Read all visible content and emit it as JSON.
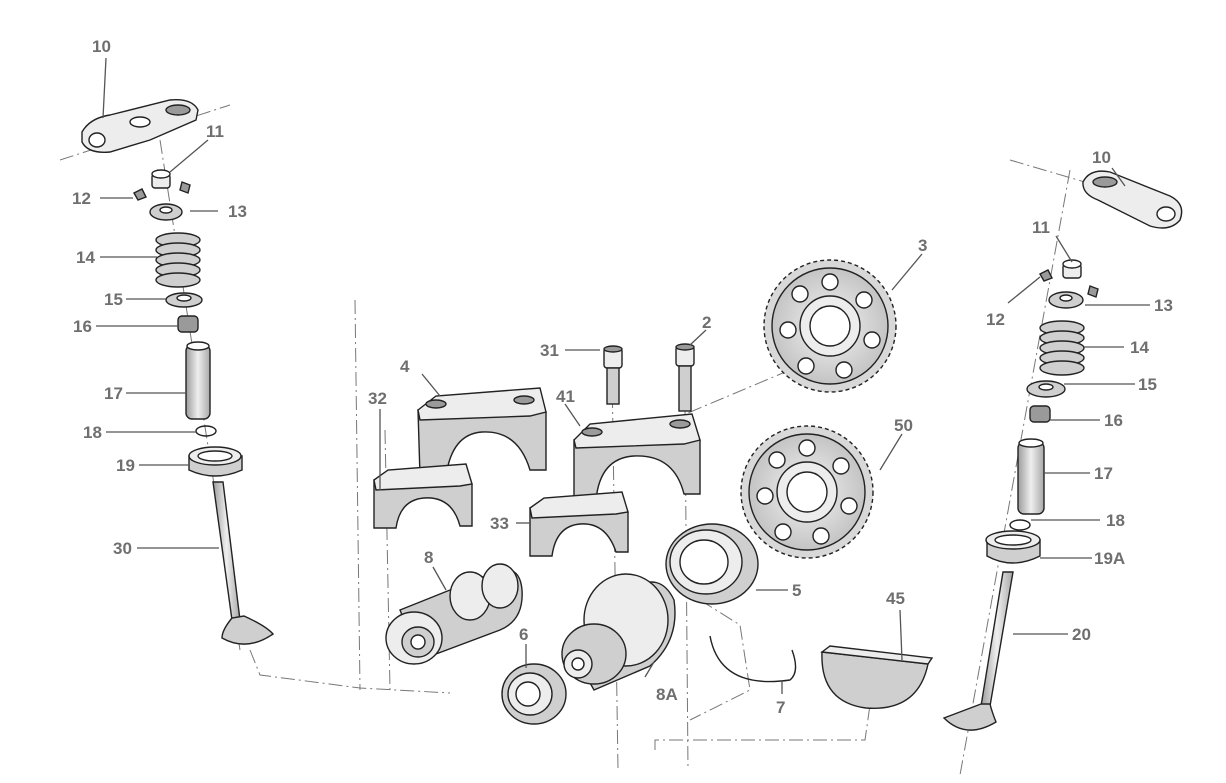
{
  "callouts": {
    "left_10": "10",
    "left_11": "11",
    "left_12": "12",
    "left_13": "13",
    "left_14": "14",
    "left_15": "15",
    "left_16": "16",
    "left_17": "17",
    "left_18": "18",
    "left_19": "19",
    "left_30": "30",
    "right_10": "10",
    "right_11": "11",
    "right_12": "12",
    "right_13": "13",
    "right_14": "14",
    "right_15": "15",
    "right_16": "16",
    "right_17": "17",
    "right_18": "18",
    "right_19a": "19A",
    "right_20": "20",
    "c2": "2",
    "c3": "3",
    "c4": "4",
    "c5": "5",
    "c6": "6",
    "c7": "7",
    "c8": "8",
    "c8a": "8A",
    "c31": "31",
    "c32": "32",
    "c33": "33",
    "c41": "41",
    "c45": "45",
    "c50": "50"
  },
  "colors": {
    "callout_text": "#6f6f6f",
    "outline": "#222222",
    "metal": "#cfcfcf"
  }
}
